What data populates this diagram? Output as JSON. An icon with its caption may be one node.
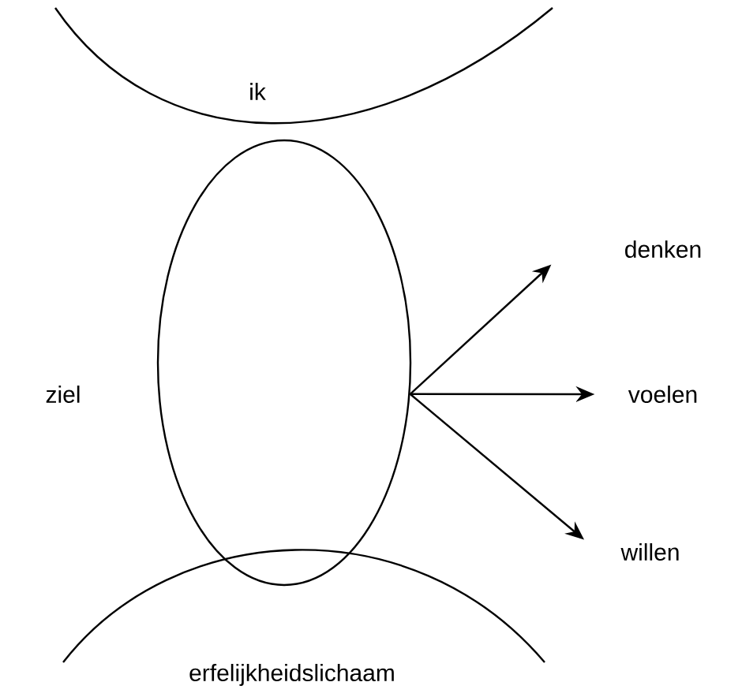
{
  "diagram": {
    "nodes": [
      {
        "text": [
          "ik"
        ]
      },
      {
        "text": [],
        "shape": "ellipse",
        "beside": [
          "ziel"
        ]
      },
      {
        "text": [
          "erfelijkheidslichaam"
        ]
      },
      {
        "text": [
          "denken"
        ]
      },
      {
        "text": [
          "voelen"
        ]
      },
      {
        "text": [
          "willen"
        ]
      }
    ],
    "edges": [
      {
        "from": 1,
        "to": 3,
        "arrow": "to"
      },
      {
        "from": 1,
        "to": 4,
        "arrow": "to"
      },
      {
        "from": 1,
        "to": 5,
        "arrow": "to"
      }
    ]
  }
}
